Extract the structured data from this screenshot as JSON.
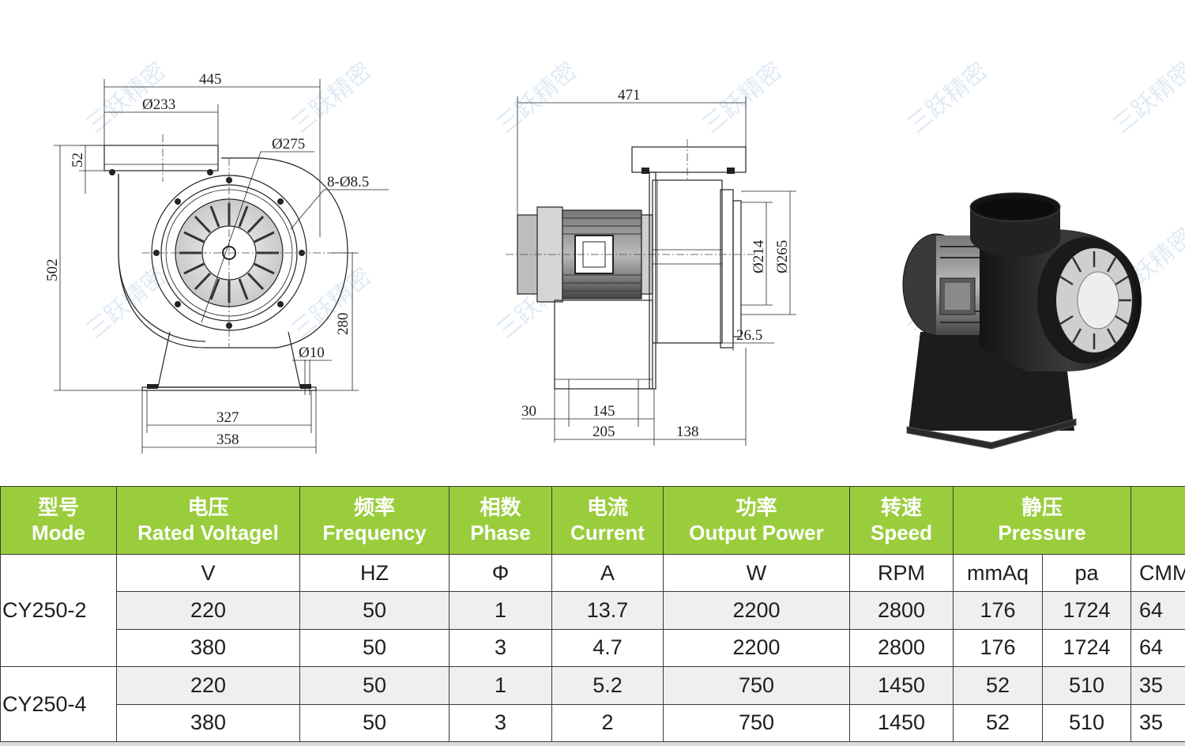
{
  "drawing": {
    "front_view_dims": {
      "overall_width": "445",
      "inlet_dia": "Ø233",
      "flange_height": "52",
      "inlet_outer_dia": "Ø275",
      "bolt_holes": "8-Ø8.5",
      "overall_height": "502",
      "shaft_height": "280",
      "foot_hole_dia": "Ø10",
      "foot_hole_spacing": "327",
      "base_width": "358"
    },
    "side_view_dims": {
      "overall_length": "471",
      "outlet_inner_dia": "Ø214",
      "outlet_outer_dia": "Ø265",
      "flange_thickness": "26.5",
      "foot_offset": "30",
      "foot_hole_spacing": "145",
      "base_length": "205",
      "outlet_projection": "138"
    },
    "watermark": "三跃精密"
  },
  "table": {
    "headers": [
      {
        "cn": "型号",
        "en": "Mode"
      },
      {
        "cn": "电压",
        "en": "Rated Voltagel"
      },
      {
        "cn": "频率",
        "en": "Frequency"
      },
      {
        "cn": "相数",
        "en": "Phase"
      },
      {
        "cn": "电流",
        "en": "Current"
      },
      {
        "cn": "功率",
        "en": "Output Power"
      },
      {
        "cn": "转速",
        "en": "Speed"
      },
      {
        "cn": "静压",
        "en": "Pressure"
      },
      {
        "cn": "",
        "en": ""
      }
    ],
    "units": [
      "V",
      "HZ",
      "Φ",
      "A",
      "W",
      "RPM",
      "mmAq",
      "pa",
      "CMM"
    ],
    "models": [
      {
        "name": "CY250-2",
        "rows": [
          [
            "220",
            "50",
            "1",
            "13.7",
            "2200",
            "2800",
            "176",
            "1724",
            "64"
          ],
          [
            "380",
            "50",
            "3",
            "4.7",
            "2200",
            "2800",
            "176",
            "1724",
            "64"
          ]
        ]
      },
      {
        "name": "CY250-4",
        "rows": [
          [
            "220",
            "50",
            "1",
            "5.2",
            "750",
            "1450",
            "52",
            "510",
            "35"
          ],
          [
            "380",
            "50",
            "3",
            "2",
            "750",
            "1450",
            "52",
            "510",
            "35"
          ]
        ]
      }
    ]
  },
  "colors": {
    "header_green": "#9acd3c",
    "row_shade": "#efefef",
    "fan_body": "#2b2b2b"
  }
}
